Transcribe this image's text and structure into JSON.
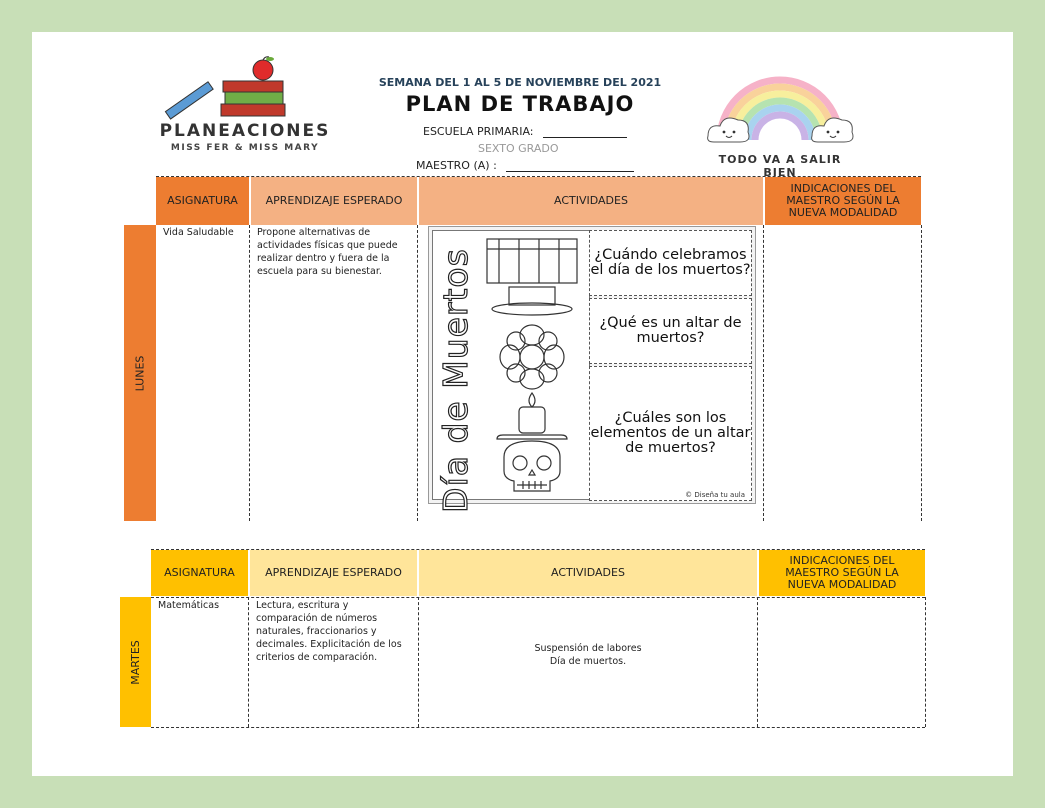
{
  "header": {
    "logo_title": "PLANEACIONES",
    "logo_subtitle": "MISS FER & MISS MARY",
    "week": "SEMANA DEL 1 AL 5 DE NOVIEMBRE DEL 2021",
    "title": "PLAN DE TRABAJO",
    "school_label": "ESCUELA PRIMARIA:",
    "grade": "SEXTO GRADO",
    "teacher_label": "MAESTRO (A) :",
    "motto": "TODO VA A SALIR BIEN"
  },
  "colors": {
    "border": "#c8dfb7",
    "lunes_dark": "#ed7d31",
    "lunes_light": "#f4b183",
    "martes_dark": "#ffc000",
    "martes_light": "#ffe59a"
  },
  "table_headers": {
    "subject": "ASIGNATURA",
    "learning": "APRENDIZAJE ESPERADO",
    "activities": "ACTIVIDADES",
    "indications": "INDICACIONES DEL MAESTRO SEGÚN LA NUEVA MODALIDAD"
  },
  "lunes": {
    "day": "LUNES",
    "subject": "Vida Saludable",
    "learning": "Propone alternativas de actividades físicas que puede realizar dentro y fuera de la escuela para su bienestar.",
    "activity_image": {
      "title": "Día de Muertos",
      "questions": [
        "¿Cuándo celebramos el día de los muertos?",
        "¿Qué es un altar de muertos?",
        "¿Cuáles son los elementos de un altar de muertos?"
      ],
      "credit": "© Diseña tu aula",
      "icons": [
        "altar-icon",
        "cempasuchil-flower-icon",
        "candle-icon",
        "sugar-skull-icon"
      ]
    }
  },
  "martes": {
    "day": "MARTES",
    "subject": "Matemáticas",
    "learning": "Lectura, escritura y comparación de números naturales, fraccionarios y decimales. Explicitación de los criterios de comparación.",
    "activities_line1": "Suspensión de labores",
    "activities_line2": "Día de muertos."
  }
}
